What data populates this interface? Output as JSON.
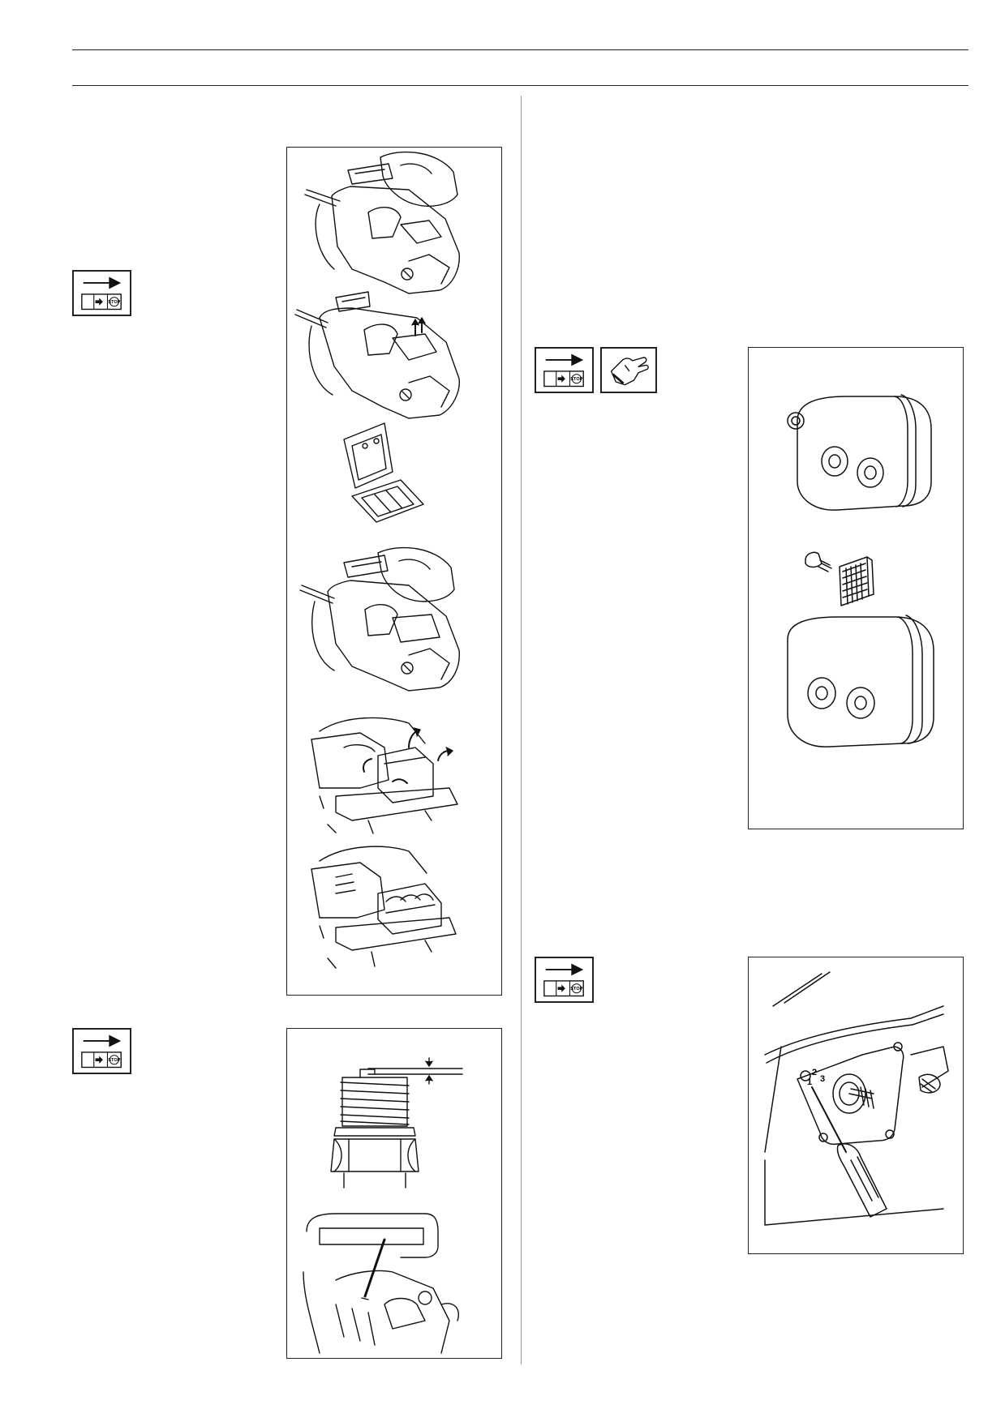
{
  "icons": {
    "stop_symbol": "stop-engine-symbol",
    "gloves_symbol": "protective-gloves-symbol",
    "stop_text": "STOP"
  },
  "figures": {
    "spark_plug": "spark-plug-illustration",
    "muffler": "muffler-illustration",
    "carburettor": "carburettor-adjust-illustration"
  },
  "carburettor_dial": {
    "n1": "1",
    "n2": "2",
    "n3": "3"
  }
}
